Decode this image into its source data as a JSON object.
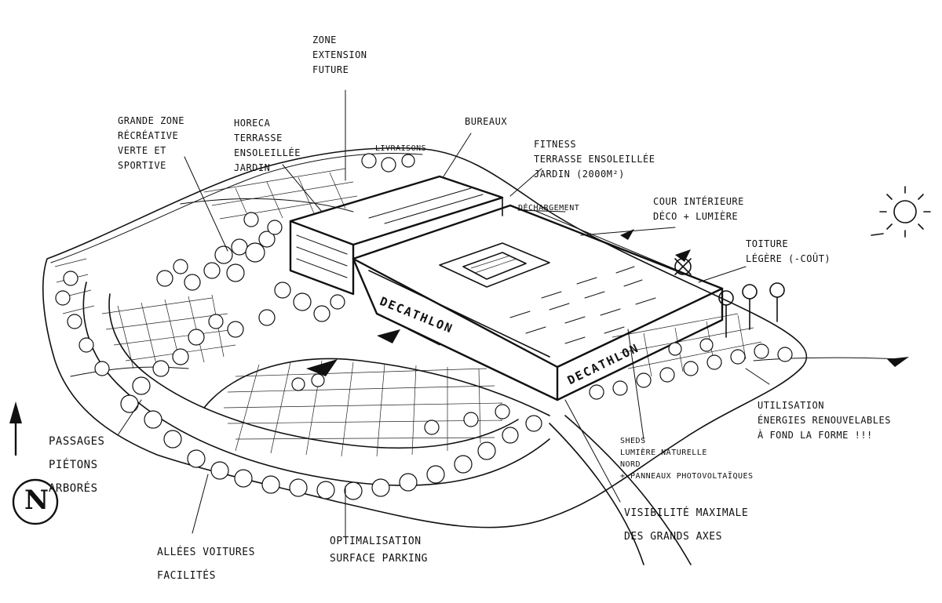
{
  "labels": {
    "zone_extension": "ZONE\nEXTENSION\nFUTURE",
    "grande_zone": "GRANDE ZONE\nRÉCRÉATIVE\nVERTE ET\nSPORTIVE",
    "horeca": "HORECA\nTERRASSE\nENSOLEILLÉE\nJARDIN",
    "bureaux": "BUREAUX",
    "livraisons": "LIVRAISONS",
    "fitness": "FITNESS\nTERRASSE ENSOLEILLÉE\nJARDIN (2000m²)",
    "dechargement": "DÉCHARGEMENT",
    "cour": "COUR INTÉRIEURE\nDÉCO + LUMIÈRE",
    "toiture": "TOITURE\nLÉGÈRE (-COÛT)",
    "utilisation": "UTILISATION\nÉNERGIES RENOUVELABLES\nÀ FOND LA FORME !!!",
    "sheds": "SHEDS\nLUMIÈRE NATURELLE\nNORD\n+ PANNEAUX PHOTOVOLTAÏQUES",
    "visibilite": "VISIBILITÉ MAXIMALE\nDES GRANDS AXES",
    "passages": "PASSAGES\nPIÉTONS\nARBORÉS",
    "allees": "ALLÉES VOITURES\nFACILITÉS",
    "optimalisation": "OPTIMALISATION\nSURFACE PARKING",
    "decathlon_1": "DECATHLON",
    "decathlon_2": "DECATHLON",
    "north": "N"
  },
  "icons": {
    "north_arrow": "north-arrow-icon",
    "sun": "sun-icon"
  },
  "colors": {
    "ink": "#111111",
    "paper": "#ffffff"
  }
}
